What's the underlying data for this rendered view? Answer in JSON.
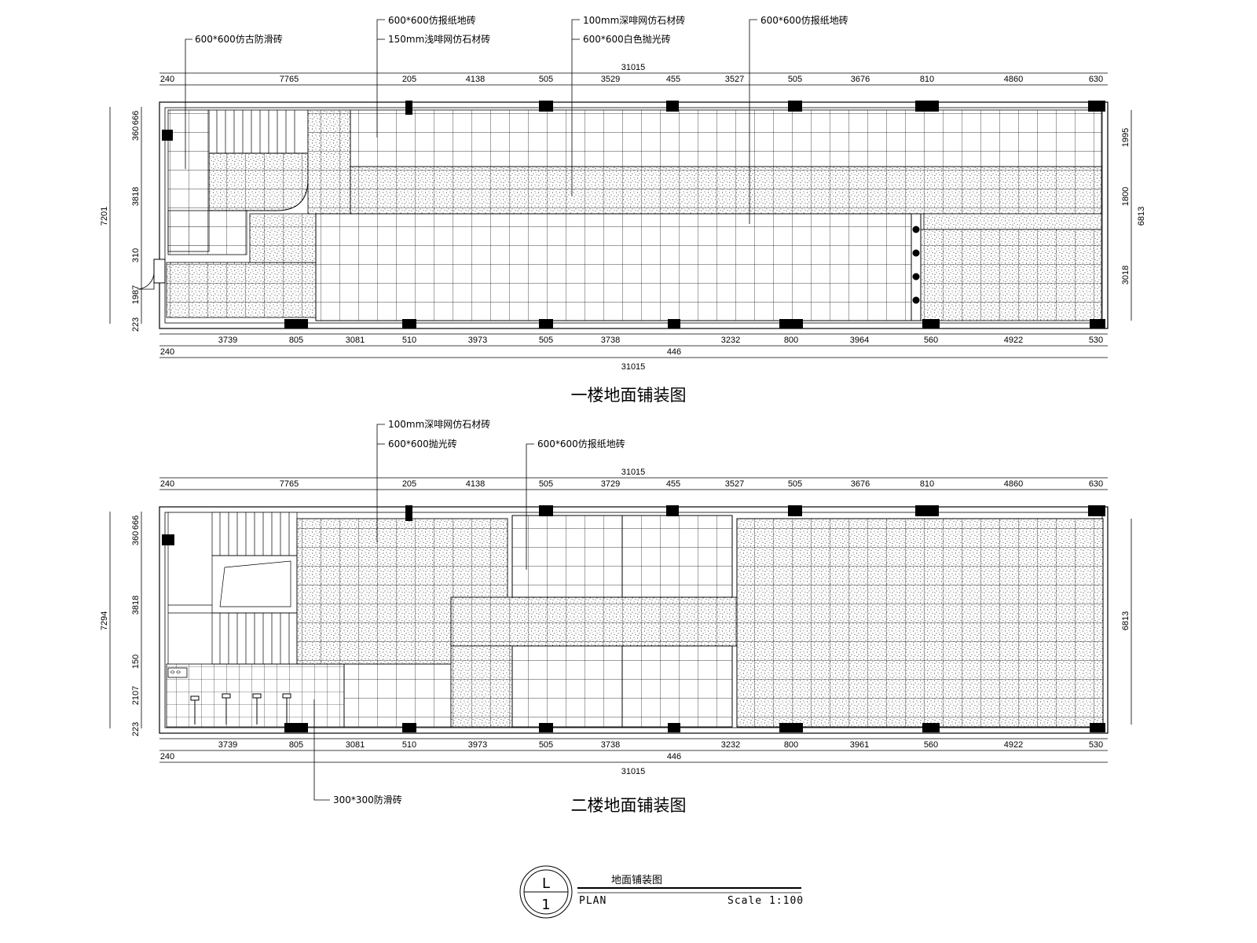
{
  "plan1": {
    "title": "一楼地面铺装图",
    "callouts": [
      "600*600仿古防滑砖",
      "600*600仿报纸地砖",
      "150mm浅啡网仿石材砖",
      "100mm深啡网仿石材砖",
      "600*600白色抛光砖",
      "600*600仿报纸地砖"
    ],
    "top_total": "31015",
    "top_dims": [
      "240",
      "7765",
      "205",
      "4138",
      "505",
      "3529",
      "455",
      "3527",
      "505",
      "3676",
      "810",
      "4860",
      "630"
    ],
    "bottom_dims": [
      "3739",
      "805",
      "3081",
      "510",
      "3973",
      "505",
      "3738",
      "3232",
      "800",
      "3964",
      "560",
      "4922",
      "530"
    ],
    "bottom_extra": [
      "240",
      "446"
    ],
    "bottom_total": "31015",
    "left_dims": [
      "666",
      "360",
      "3818",
      "310",
      "1987",
      "223"
    ],
    "left_total": "7201",
    "right_dims": [
      "1995",
      "1800",
      "3018"
    ],
    "right_total": "6813"
  },
  "plan2": {
    "title": "二楼地面铺装图",
    "callouts": [
      "100mm深啡网仿石材砖",
      "600*600抛光砖",
      "600*600仿报纸地砖",
      "300*300防滑砖"
    ],
    "top_total": "31015",
    "top_dims": [
      "240",
      "7765",
      "205",
      "4138",
      "505",
      "3729",
      "455",
      "3527",
      "505",
      "3676",
      "810",
      "4860",
      "630"
    ],
    "bottom_dims": [
      "3739",
      "805",
      "3081",
      "510",
      "3973",
      "505",
      "3738",
      "3232",
      "800",
      "3961",
      "560",
      "4922",
      "530"
    ],
    "bottom_extra": [
      "240",
      "446"
    ],
    "bottom_total": "31015",
    "left_dims": [
      "666",
      "360",
      "3818",
      "150",
      "2107",
      "223"
    ],
    "left_total": "7294",
    "right_total": "6813",
    "sign": "ᄋᄋ"
  },
  "legend": {
    "circle_top": "L",
    "circle_bottom": "1",
    "title": "地面铺装图",
    "plan": "PLAN",
    "scale": "Scale 1:100"
  }
}
